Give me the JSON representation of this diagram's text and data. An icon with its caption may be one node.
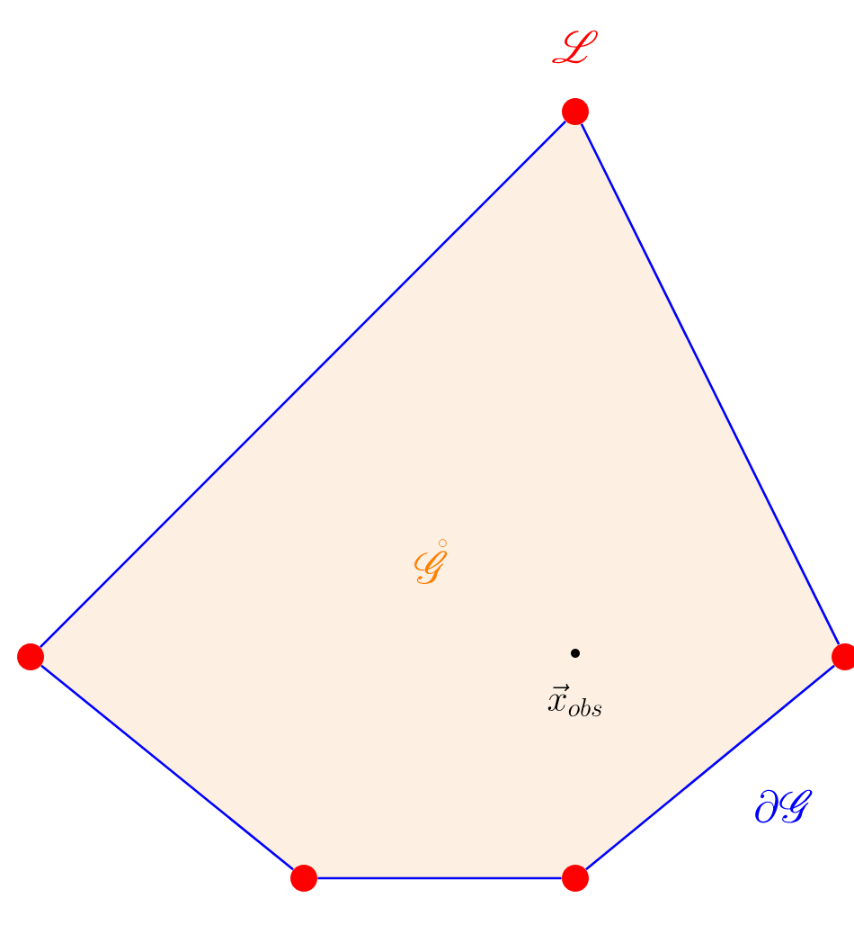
{
  "diagram": {
    "nodes": [
      {
        "text": [
          "\\mathring{\\mathscr{G}}"
        ]
      },
      {
        "text": [],
        "shape": "circle"
      },
      {
        "text": [],
        "shape": "circle"
      },
      {
        "text": [],
        "shape": "circle"
      },
      {
        "text": [],
        "shape": "circle"
      },
      {
        "text": [],
        "shape": "circle"
      },
      {
        "text": [],
        "shape": "circle",
        "in": 0,
        "beside": [
          "\\vec{x}_{obs}"
        ]
      }
    ],
    "edges": [
      {
        "from": 1,
        "to": 3,
        "arrow": "none"
      },
      {
        "from": 3,
        "to": 5,
        "arrow": "none"
      },
      {
        "from": 5,
        "to": 4,
        "arrow": "none"
      },
      {
        "from": 4,
        "to": 2,
        "arrow": "none"
      },
      {
        "from": 2,
        "to": 1,
        "arrow": "none"
      }
    ],
    "labels": [
      "\\mathscr{L}",
      "\\partial\\mathscr{G}"
    ]
  }
}
